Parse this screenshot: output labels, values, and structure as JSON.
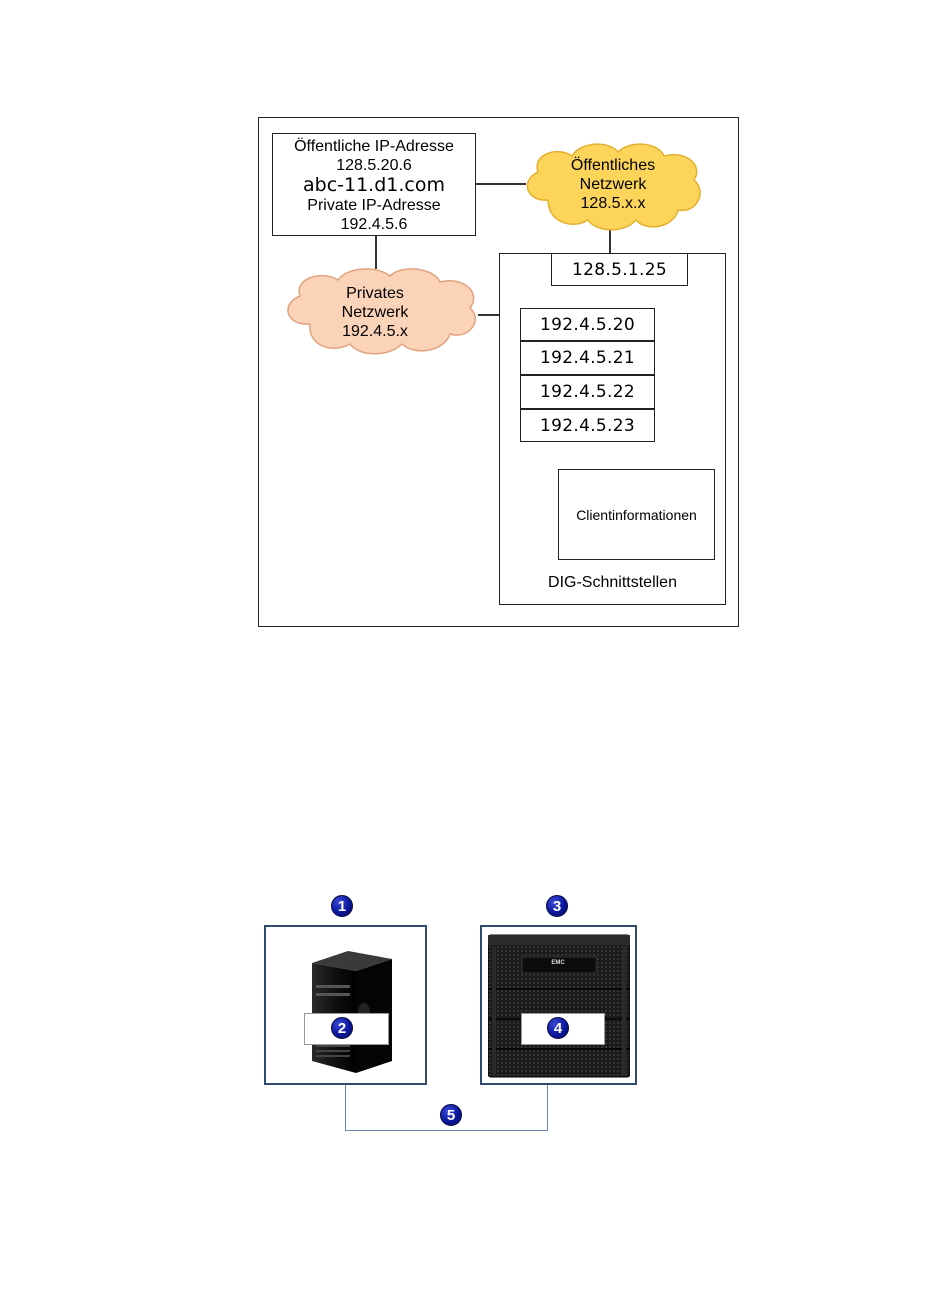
{
  "diagram1": {
    "host_box": {
      "line1": "Öffentliche IP-Adresse",
      "line2": "128.5.20.6",
      "line3": "abc-11.d1.com",
      "line4": "Private IP-Adresse",
      "line5": "192.4.5.6"
    },
    "public_cloud": {
      "line1": "Öffentliches",
      "line2": "Netzwerk",
      "line3": "128.5.x.x",
      "color": "#fdd45a"
    },
    "private_cloud": {
      "line1": "Privates",
      "line2": "Netzwerk",
      "line3": "192.4.5.x",
      "color": "#fbd3b8"
    },
    "public_ip": "128.5.1.25",
    "private_ips": [
      "192.4.5.20",
      "192.4.5.21",
      "192.4.5.22",
      "192.4.5.23"
    ],
    "client_info": "Clientinformationen",
    "interfaces_label": "DIG-Schnittstellen"
  },
  "diagram2": {
    "badges": [
      "1",
      "2",
      "3",
      "4",
      "5"
    ],
    "frame_color": "#2f4a6b",
    "badge_color": "#0b169c",
    "storage_logo": "EMC",
    "icons": [
      "server-tower-icon",
      "storage-array-icon"
    ]
  }
}
